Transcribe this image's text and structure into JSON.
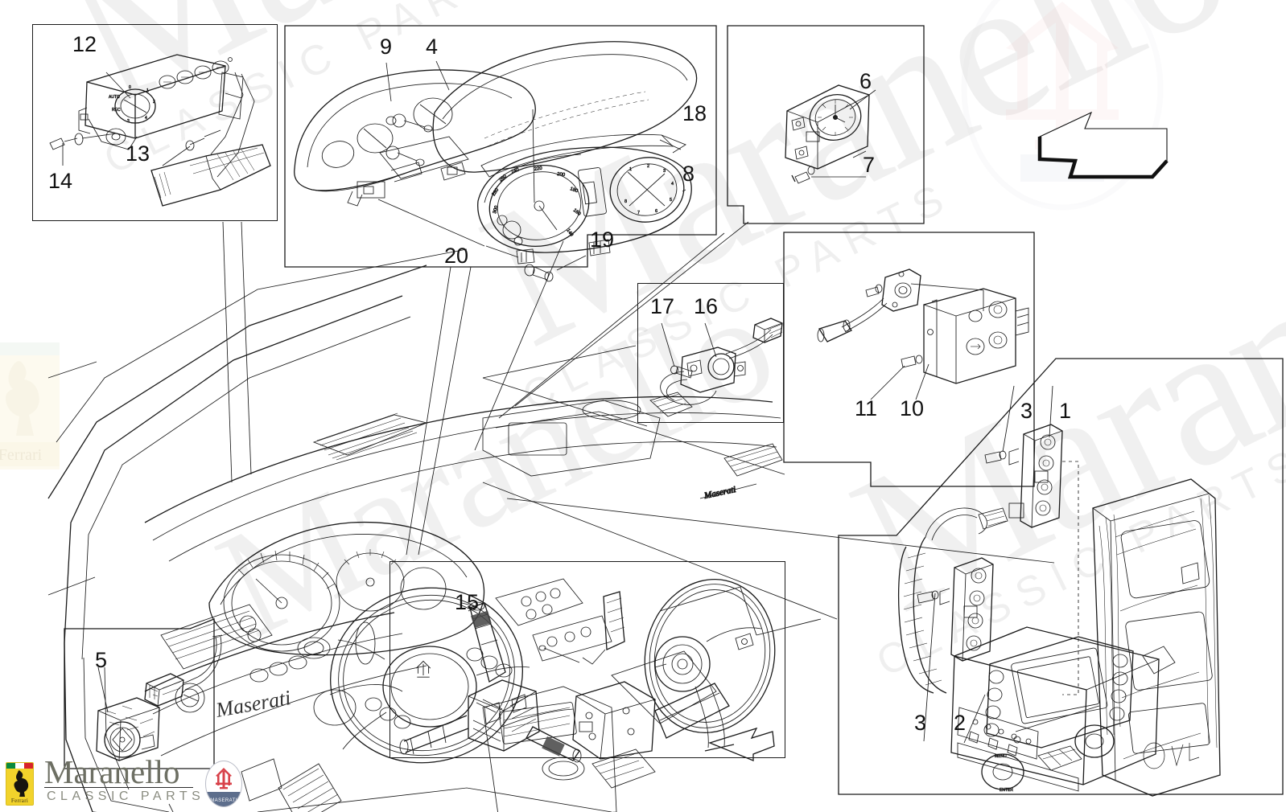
{
  "diagram": {
    "type": "exploded-parts-diagram",
    "subject": "Maserati dashboard instruments, switches and control units",
    "direction_arrow": "forward-direction-arrow"
  },
  "branding": {
    "name": "Maranello",
    "subtitle": "CLASSIC PARTS",
    "ferrari_badge_text": "Ferrari",
    "maserati_badge_text": "MASERATI"
  },
  "watermarks": {
    "line1": "Maranello",
    "line2": "CLASSIC PARTS",
    "line3": "Maranello",
    "line4": "CLASSIC PARTS",
    "dash_logo": "Maserati"
  },
  "panels": [
    {
      "id": "panel-climate-control",
      "name": "Climate control unit panel",
      "callouts": [
        "12",
        "13",
        "14"
      ]
    },
    {
      "id": "panel-instrument-cluster",
      "name": "Instrument cluster panel",
      "callouts": [
        "9",
        "4",
        "18",
        "8",
        "19",
        "20"
      ]
    },
    {
      "id": "panel-clock",
      "name": "Analogue clock panel",
      "callouts": [
        "6",
        "7"
      ]
    },
    {
      "id": "panel-cigar-lighter",
      "name": "Cigar lighter socket panel",
      "callouts": [
        "17",
        "16"
      ]
    },
    {
      "id": "panel-switch-module",
      "name": "Switch module panel",
      "callouts": [
        "11",
        "10"
      ]
    },
    {
      "id": "panel-head-unit",
      "name": "Navigation head unit and centre console panel",
      "callouts": [
        "3",
        "1",
        "3",
        "2"
      ]
    },
    {
      "id": "panel-column-switch",
      "name": "Steering column switch panel",
      "callouts": [
        "15"
      ]
    },
    {
      "id": "panel-rotary-switch",
      "name": "Rotary switch panel",
      "callouts": [
        "5"
      ]
    }
  ],
  "callouts": {
    "c1": "1",
    "c2": "2",
    "c3a": "3",
    "c3b": "3",
    "c4": "4",
    "c5": "5",
    "c6": "6",
    "c7": "7",
    "c8": "8",
    "c9": "9",
    "c10": "10",
    "c11": "11",
    "c12": "12",
    "c13": "13",
    "c14": "14",
    "c15": "15",
    "c16": "16",
    "c17": "17",
    "c18": "18",
    "c19": "19",
    "c20": "20"
  }
}
